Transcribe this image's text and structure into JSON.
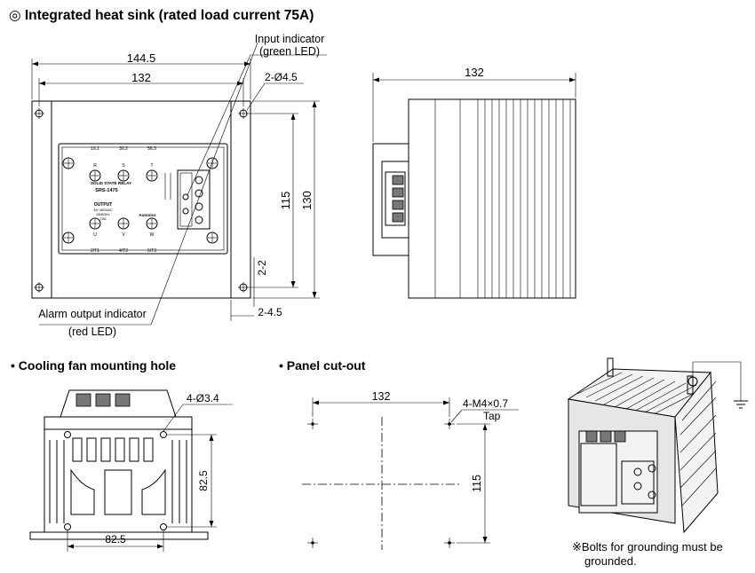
{
  "main_title": "◎ Integrated heat sink (rated load current 75A)",
  "front_view": {
    "dim_overall_width": "144.5",
    "dim_width": "132",
    "dim_height_inner": "115",
    "dim_height_outer": "130",
    "dim_hole": "2-Ø4.5",
    "dim_2_2": "2-2",
    "dim_2_4_5": "2-4.5",
    "input_indicator_line1": "Input indicator",
    "input_indicator_line2": "(green LED)",
    "alarm_indicator_line1": "Alarm output  indicator",
    "alarm_indicator_line2": "(red LED)",
    "terminals_top": [
      "1/L1",
      "3/L2",
      "5/L3"
    ],
    "terminals_top_sub": [
      "R",
      "S",
      "T"
    ],
    "terminals_bottom": [
      "U",
      "V",
      "W"
    ],
    "terminals_bottom_sub": [
      "2/T1",
      "4/T2",
      "6/T3"
    ],
    "relay_label": "SOLID STATE RELAY",
    "model": "SRS-1475",
    "output_label": "OUTPUT",
    "output_spec1": "48~480VAC",
    "output_spec2": "50/60Hz",
    "output_spec3": "75A",
    "brand": "Autonics"
  },
  "side_view": {
    "dim_width": "132"
  },
  "cooling_fan": {
    "title": "• Cooling fan mounting hole",
    "dim_holes": "4-Ø3.4",
    "dim_vertical": "82.5",
    "dim_horizontal": "82.5"
  },
  "panel_cutout": {
    "title": "• Panel cut-out",
    "dim_width": "132",
    "dim_height": "115",
    "dim_tap_line1": "4-M4×0.7",
    "dim_tap_line2": "Tap"
  },
  "note": {
    "line1": "※Bolts for grounding must be",
    "line2": "grounded."
  }
}
